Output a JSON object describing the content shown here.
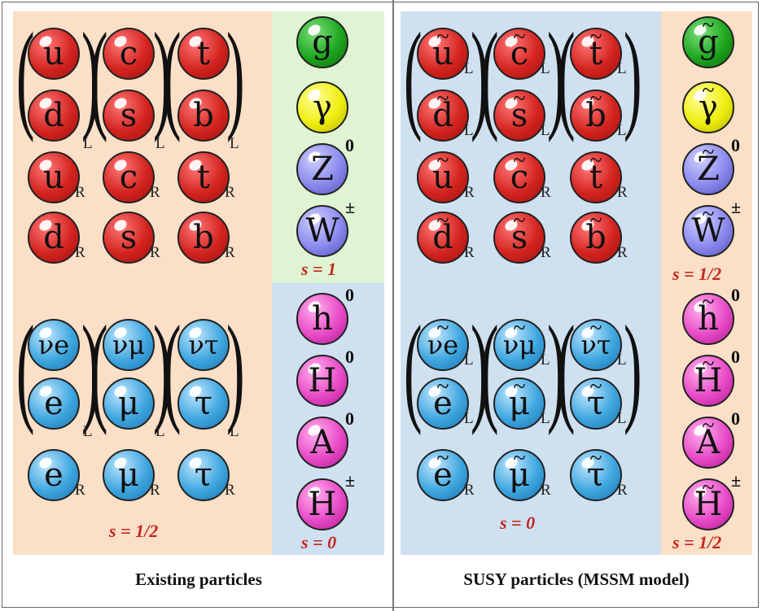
{
  "left": {
    "caption": "Existing particles",
    "spin_fermions": "s = 1/2",
    "spin_gauge": "s = 1",
    "spin_higgs": "s = 0",
    "quarks": [
      [
        "u",
        "c",
        "t"
      ],
      [
        "d",
        "s",
        "b"
      ]
    ],
    "quarks_R": [
      [
        "u",
        "c",
        "t"
      ],
      [
        "d",
        "s",
        "b"
      ]
    ],
    "leptons": [
      [
        "νe",
        "νμ",
        "ντ"
      ],
      [
        "e",
        "μ",
        "τ"
      ]
    ],
    "leptons_R": [
      "e",
      "μ",
      "τ"
    ],
    "gauge": [
      "g",
      "γ",
      "Z",
      "W"
    ],
    "higgs": [
      "h",
      "H",
      "A",
      "H"
    ]
  },
  "right": {
    "caption": "SUSY particles (MSSM model)",
    "spin_sfermions": "s = 0",
    "spin_gauginos": "s = 1/2",
    "spin_higgsinos": "s = 1/2"
  },
  "labels": {
    "L": "L",
    "R": "R",
    "zero": "0",
    "pm": "±"
  },
  "colors": {
    "quark": "#d3241f",
    "lepton": "#3ea6df",
    "gluon": "#1ea61e",
    "photon": "#eeee10",
    "weak": "#8a8aee",
    "higgs": "#e84bc7",
    "spin_text": "#c1271f"
  }
}
